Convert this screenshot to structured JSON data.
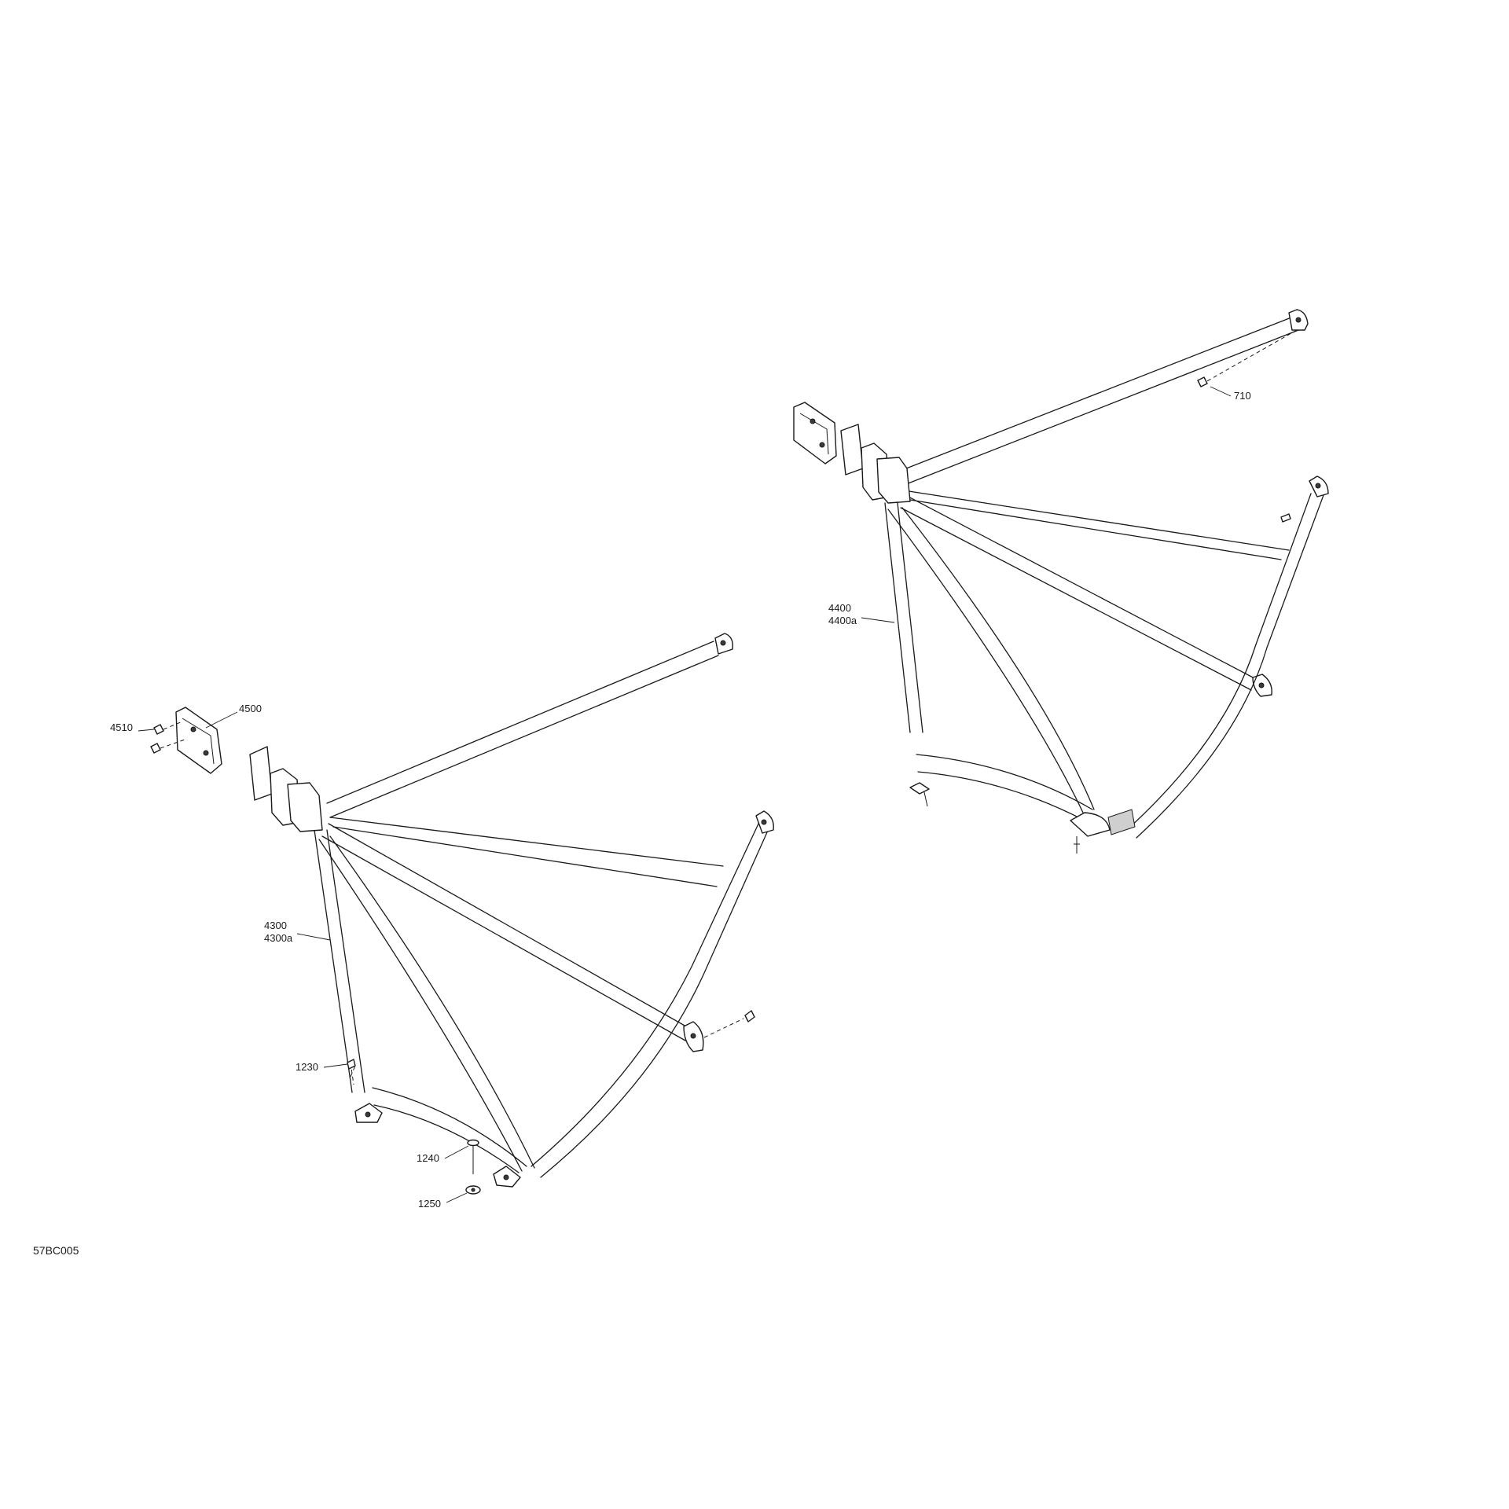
{
  "labels": {
    "l710": "710",
    "l4400": "4400",
    "l4400a": "4400a",
    "l4500": "4500",
    "l4510": "4510",
    "l4300": "4300",
    "l4300a": "4300a",
    "l1230": "1230",
    "l1240": "1240",
    "l1250": "1250"
  },
  "diagram_code": "57BC005"
}
